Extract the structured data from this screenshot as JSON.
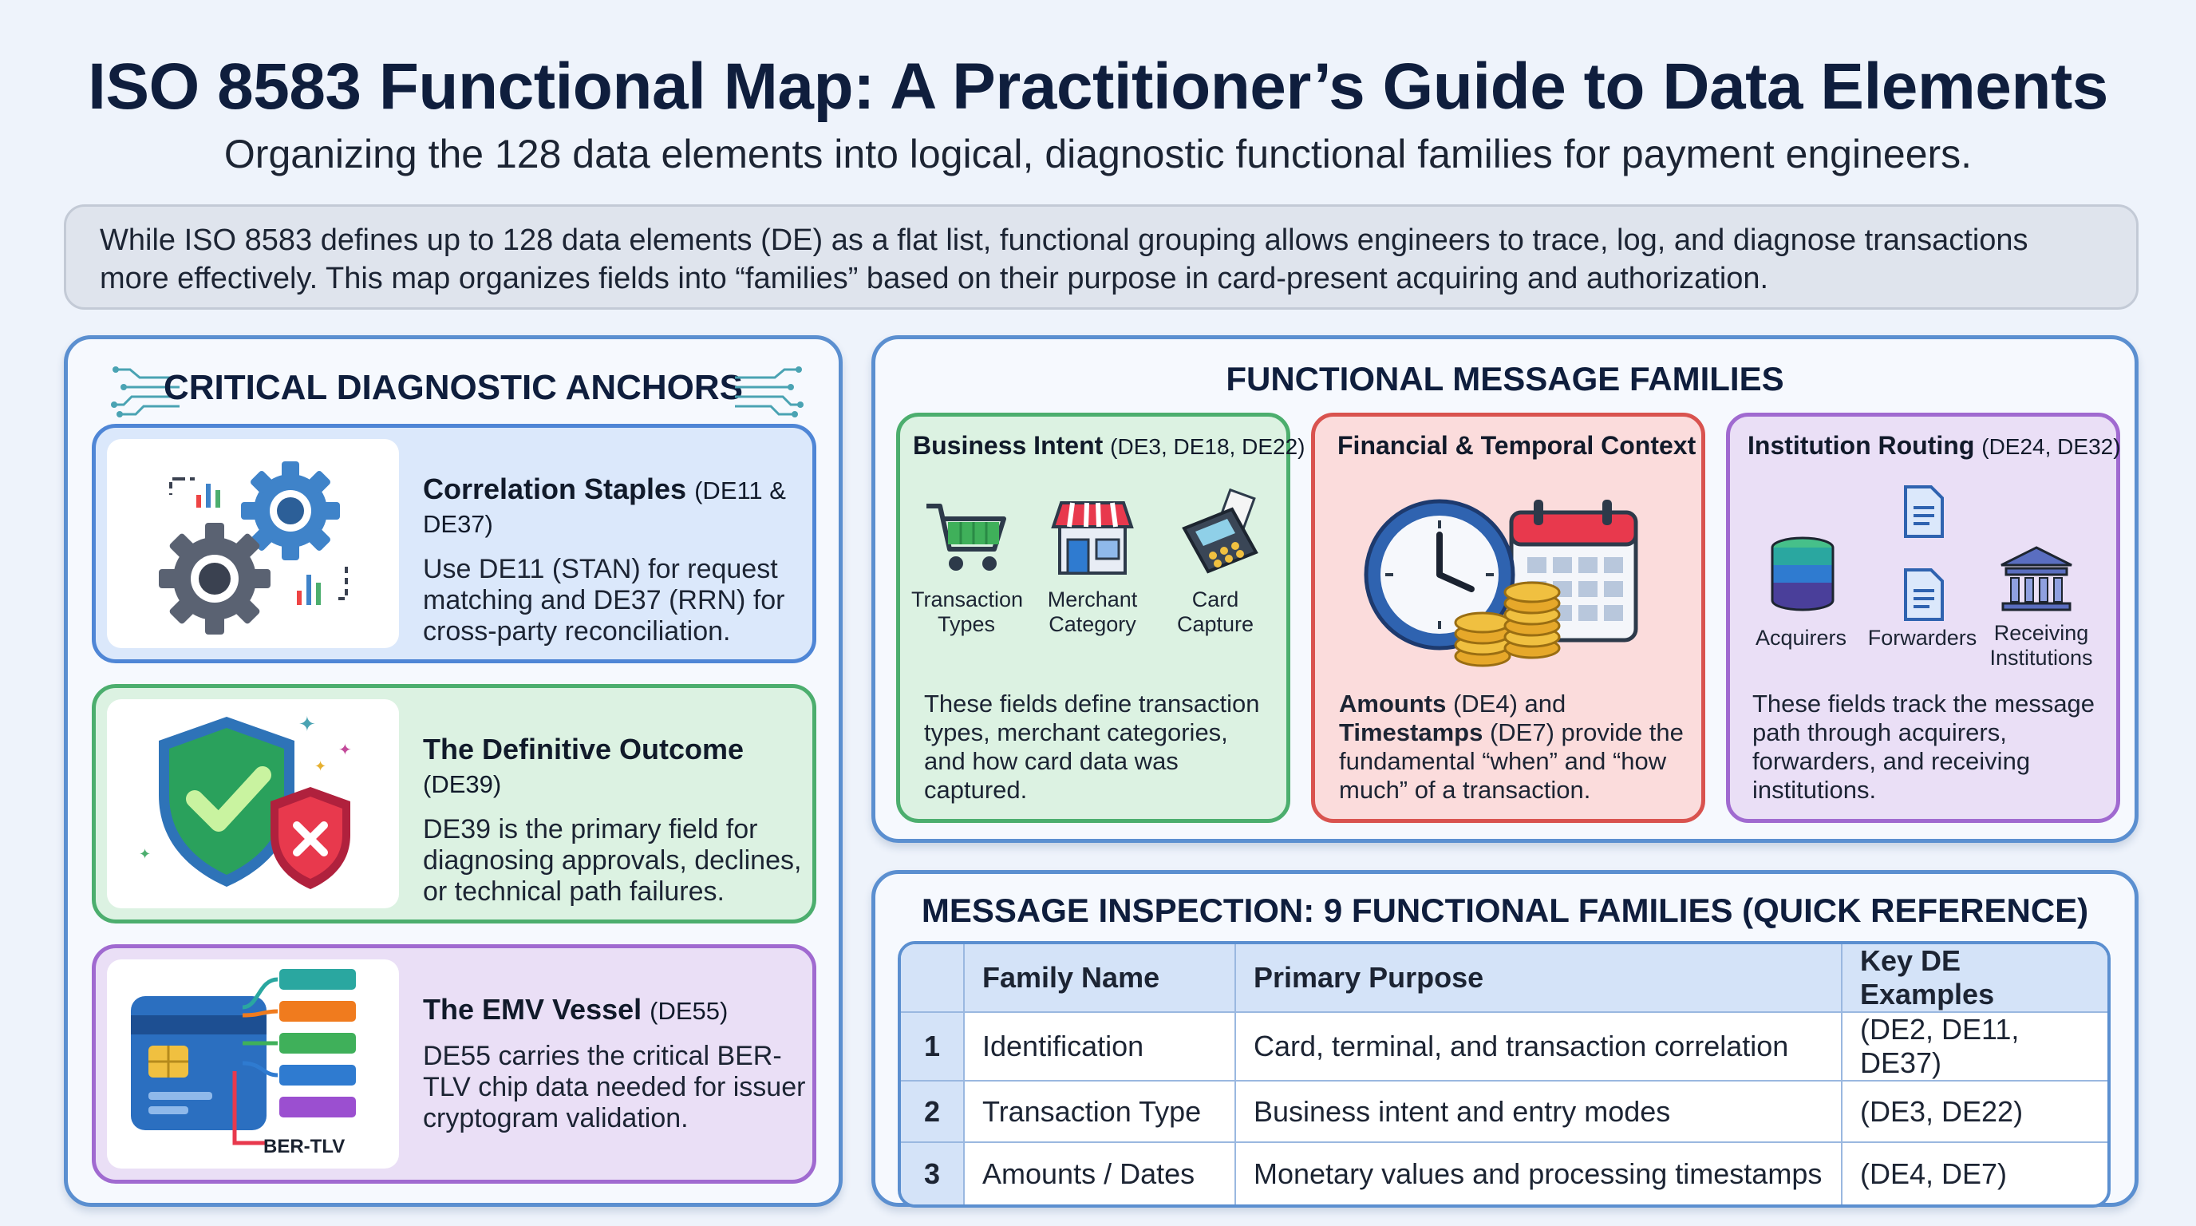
{
  "header": {
    "title": "ISO 8583 Functional Map: A Practitioner’s Guide to Data Elements",
    "subtitle": "Organizing the 128 data elements into logical, diagnostic functional families for payment engineers."
  },
  "intro": {
    "text": "While ISO 8583 defines up to 128 data elements (DE) as a flat list, functional grouping allows engineers to trace, log, and diagnose transactions more effectively. This map organizes fields into “families” based on their purpose in card-present acquiring and authorization."
  },
  "anchors": {
    "title": "CRITICAL DIAGNOSTIC ANCHORS",
    "cards": [
      {
        "title": "Correlation Staples",
        "de": "(DE11 & DE37)",
        "desc": "Use DE11 (STAN) for request matching and DE37 (RRN) for cross-party reconciliation.",
        "icon": "gears-icon"
      },
      {
        "title": "The Definitive Outcome",
        "de": "(DE39)",
        "desc": "DE39 is the primary field for diagnosing approvals, declines, or technical path failures.",
        "icon": "shield-check-icon"
      },
      {
        "title": "The EMV Vessel",
        "de": "(DE55)",
        "desc": "DE55 carries the critical BER-TLV chip data needed for issuer cryptogram validation.",
        "icon": "chip-card-icon",
        "icon_label": "BER-TLV"
      }
    ]
  },
  "families": {
    "title": "FUNCTIONAL MESSAGE FAMILIES",
    "cards": [
      {
        "title": "Business Intent",
        "de": "(DE3, DE18, DE22)",
        "icons": [
          {
            "icon": "shopping-cart-icon",
            "label": "Transaction Types"
          },
          {
            "icon": "storefront-icon",
            "label": "Merchant Category"
          },
          {
            "icon": "card-terminal-icon",
            "label": "Card Capture"
          }
        ],
        "desc": "These fields define transaction types, merchant categories, and how card data was captured."
      },
      {
        "title": "Financial & Temporal Context",
        "de": "",
        "icons": [
          {
            "icon": "clock-coins-calendar-icon",
            "label": ""
          }
        ],
        "desc_bold_1": "Amounts",
        "desc_1": " (DE4) and ",
        "desc_bold_2": "Timestamps",
        "desc_2": " (DE7) provide the fundamental “when” and “how much” of a transaction."
      },
      {
        "title": "Institution Routing",
        "de": "(DE24, DE32)",
        "icons": [
          {
            "icon": "database-icon",
            "label": "Acquirers"
          },
          {
            "icon": "document-icon",
            "label": "Forwarders"
          },
          {
            "icon": "bank-icon",
            "label": "Receiving Institutions"
          }
        ],
        "desc": "These fields track the message path through acquirers, forwarders, and receiving institutions."
      }
    ]
  },
  "reference": {
    "title": "MESSAGE INSPECTION: 9 FUNCTIONAL FAMILIES (QUICK REFERENCE)",
    "columns": [
      "",
      "Family Name",
      "Primary Purpose",
      "Key DE Examples"
    ],
    "rows": [
      {
        "num": "1",
        "name": "Identification",
        "purpose": "Card, terminal, and transaction correlation",
        "examples": "(DE2, DE11, DE37)"
      },
      {
        "num": "2",
        "name": "Transaction Type",
        "purpose": "Business intent and entry modes",
        "examples": "(DE3, DE22)"
      },
      {
        "num": "3",
        "name": "Amounts / Dates",
        "purpose": "Monetary values and processing timestamps",
        "examples": "(DE4, DE7)"
      }
    ]
  }
}
